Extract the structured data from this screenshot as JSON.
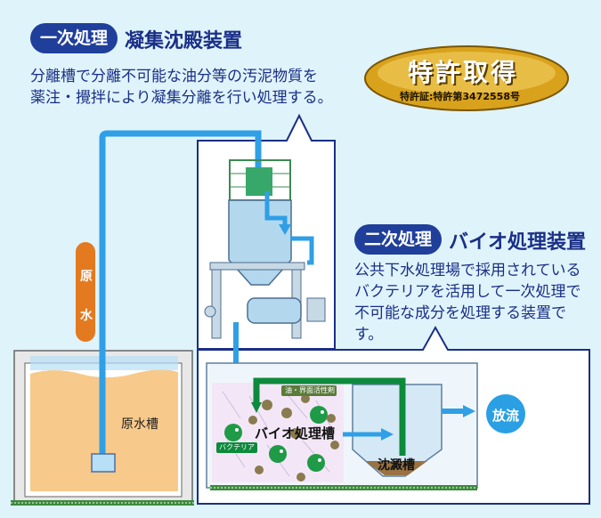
{
  "primary": {
    "badge": "一次処理",
    "title": "凝集沈殿装置",
    "description_lines": [
      "分離槽で分離不可能な油分等の汚泥物質を",
      "薬注・攪拌により凝集分離を行い処理する。"
    ]
  },
  "secondary": {
    "badge": "二次処理",
    "title": "バイオ処理装置",
    "description_lines": [
      "公共下水処理場で採用されている",
      "バクテリアを活用して一次処理で",
      "不可能な成分を処理する装置です。"
    ]
  },
  "patent": {
    "title": "特許取得",
    "number": "特許証:特許第3472558号"
  },
  "labels": {
    "raw_water_vertical": [
      "原",
      "水"
    ],
    "raw_water_tank": "原水槽",
    "bio_tank": "バイオ処理槽",
    "settling_tank": "沈澱槽",
    "oil_tag": "油・界面活性剤",
    "bacteria_tag": "バクテリア",
    "discharge": "放流"
  },
  "colors": {
    "background": "#dff3fb",
    "navy": "#1f3f9a",
    "pipe": "#2f9fe6",
    "green": "#0d8a3c",
    "orange": "#e37a1f",
    "gold": "#d8a21c"
  }
}
